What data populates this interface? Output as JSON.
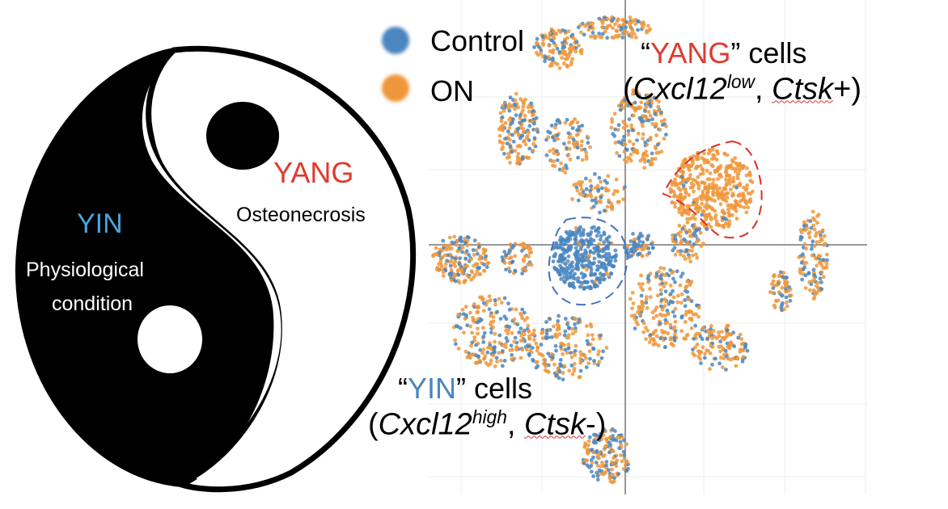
{
  "yinyang": {
    "yin_label": "YIN",
    "yin_sublabel_1": "Physiological",
    "yin_sublabel_2": "condition",
    "yang_label": "YANG",
    "yang_sublabel": "Osteonecrosis"
  },
  "legend": {
    "items": [
      {
        "label": "Control",
        "color": "#4a86c0"
      },
      {
        "label": "ON",
        "color": "#f0963a"
      }
    ]
  },
  "annotations": {
    "yang_quote_open": "“",
    "yang_word": "YANG",
    "yang_quote_close": "”",
    "yang_cells": " cells",
    "yang_gene1": "Cxcl12",
    "yang_gene1_sup": "low",
    "yang_sep": ", ",
    "yang_gene2": "Ctsk",
    "yang_gene2_sign": "+",
    "yin_quote_open": "“",
    "yin_word": "YIN",
    "yin_quote_close": "”",
    "yin_cells": " cells",
    "yin_gene1": "Cxcl12",
    "yin_gene1_sup": "high",
    "yin_sep": ", ",
    "yin_gene2": "Ctsk",
    "yin_gene2_sign": "-"
  },
  "colors": {
    "yin": "#4da3dd",
    "yang": "#e03a2f",
    "yang_outline": "#d9322a",
    "yin_outline": "#4a6fc0"
  }
}
